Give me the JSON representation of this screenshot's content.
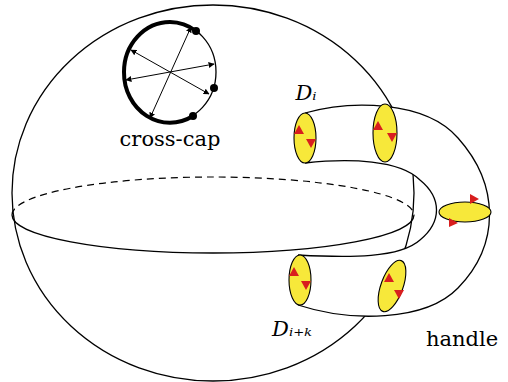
{
  "diagram": {
    "labels": [
      "cross-cap",
      "Dᵢ",
      "Dᵢ₊ₖ",
      "handle"
    ]
  }
}
